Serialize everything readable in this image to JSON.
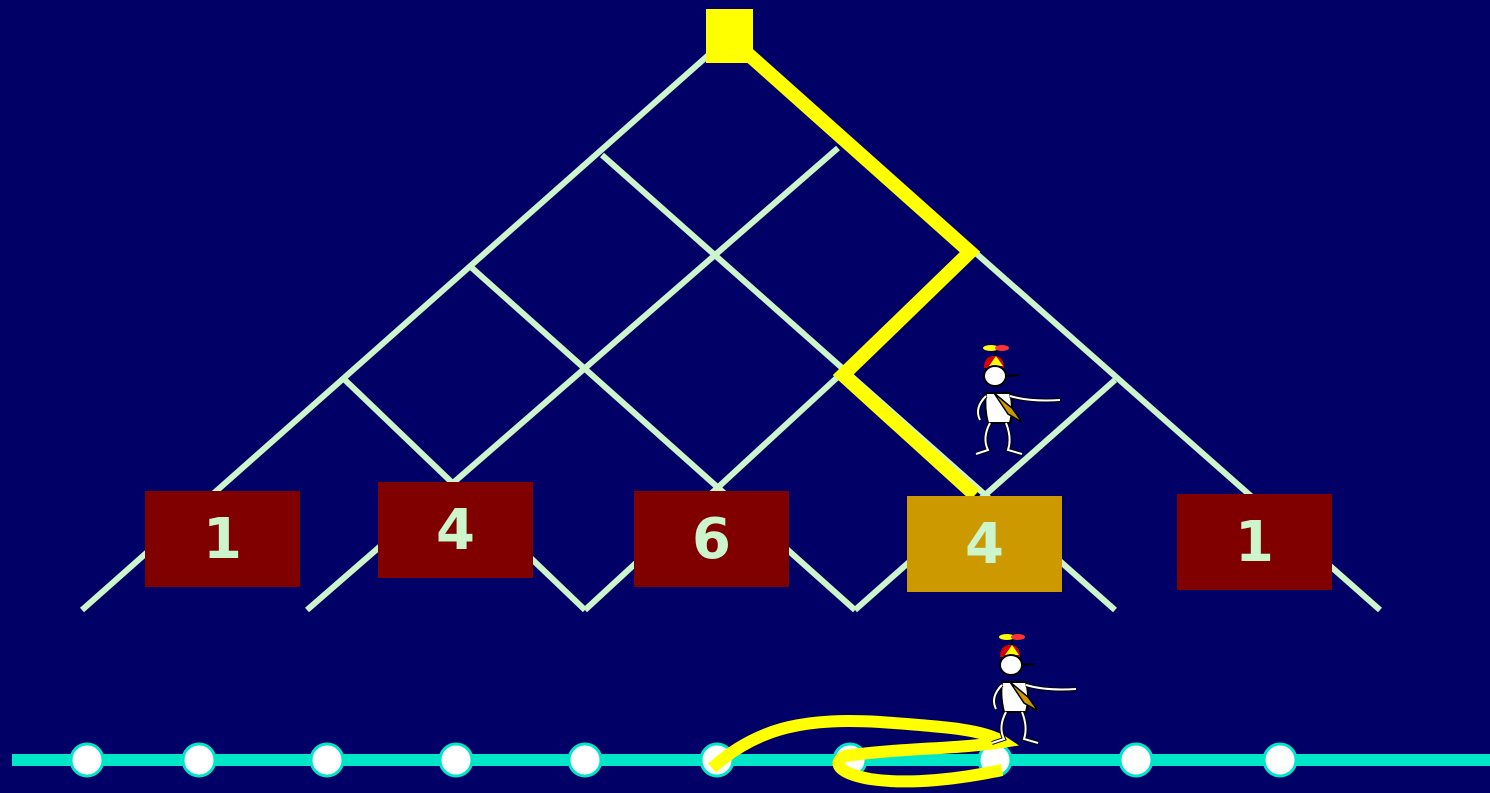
{
  "colors": {
    "background": "#000066",
    "lattice_line": "#ccf5cc",
    "path_highlight": "#ffff00",
    "count_box": "#800000",
    "count_box_highlight": "#cc9900",
    "count_text": "#ccf5cc",
    "number_line": "#00e6c8",
    "number_line_dot": "#ffffff"
  },
  "counts": [
    {
      "label": "1",
      "highlighted": false
    },
    {
      "label": "4",
      "highlighted": false
    },
    {
      "label": "6",
      "highlighted": false
    },
    {
      "label": "4",
      "highlighted": true
    },
    {
      "label": "1",
      "highlighted": false
    }
  ],
  "icons": {
    "start_node": "square",
    "walker": "propeller-cap-walker-icon"
  }
}
